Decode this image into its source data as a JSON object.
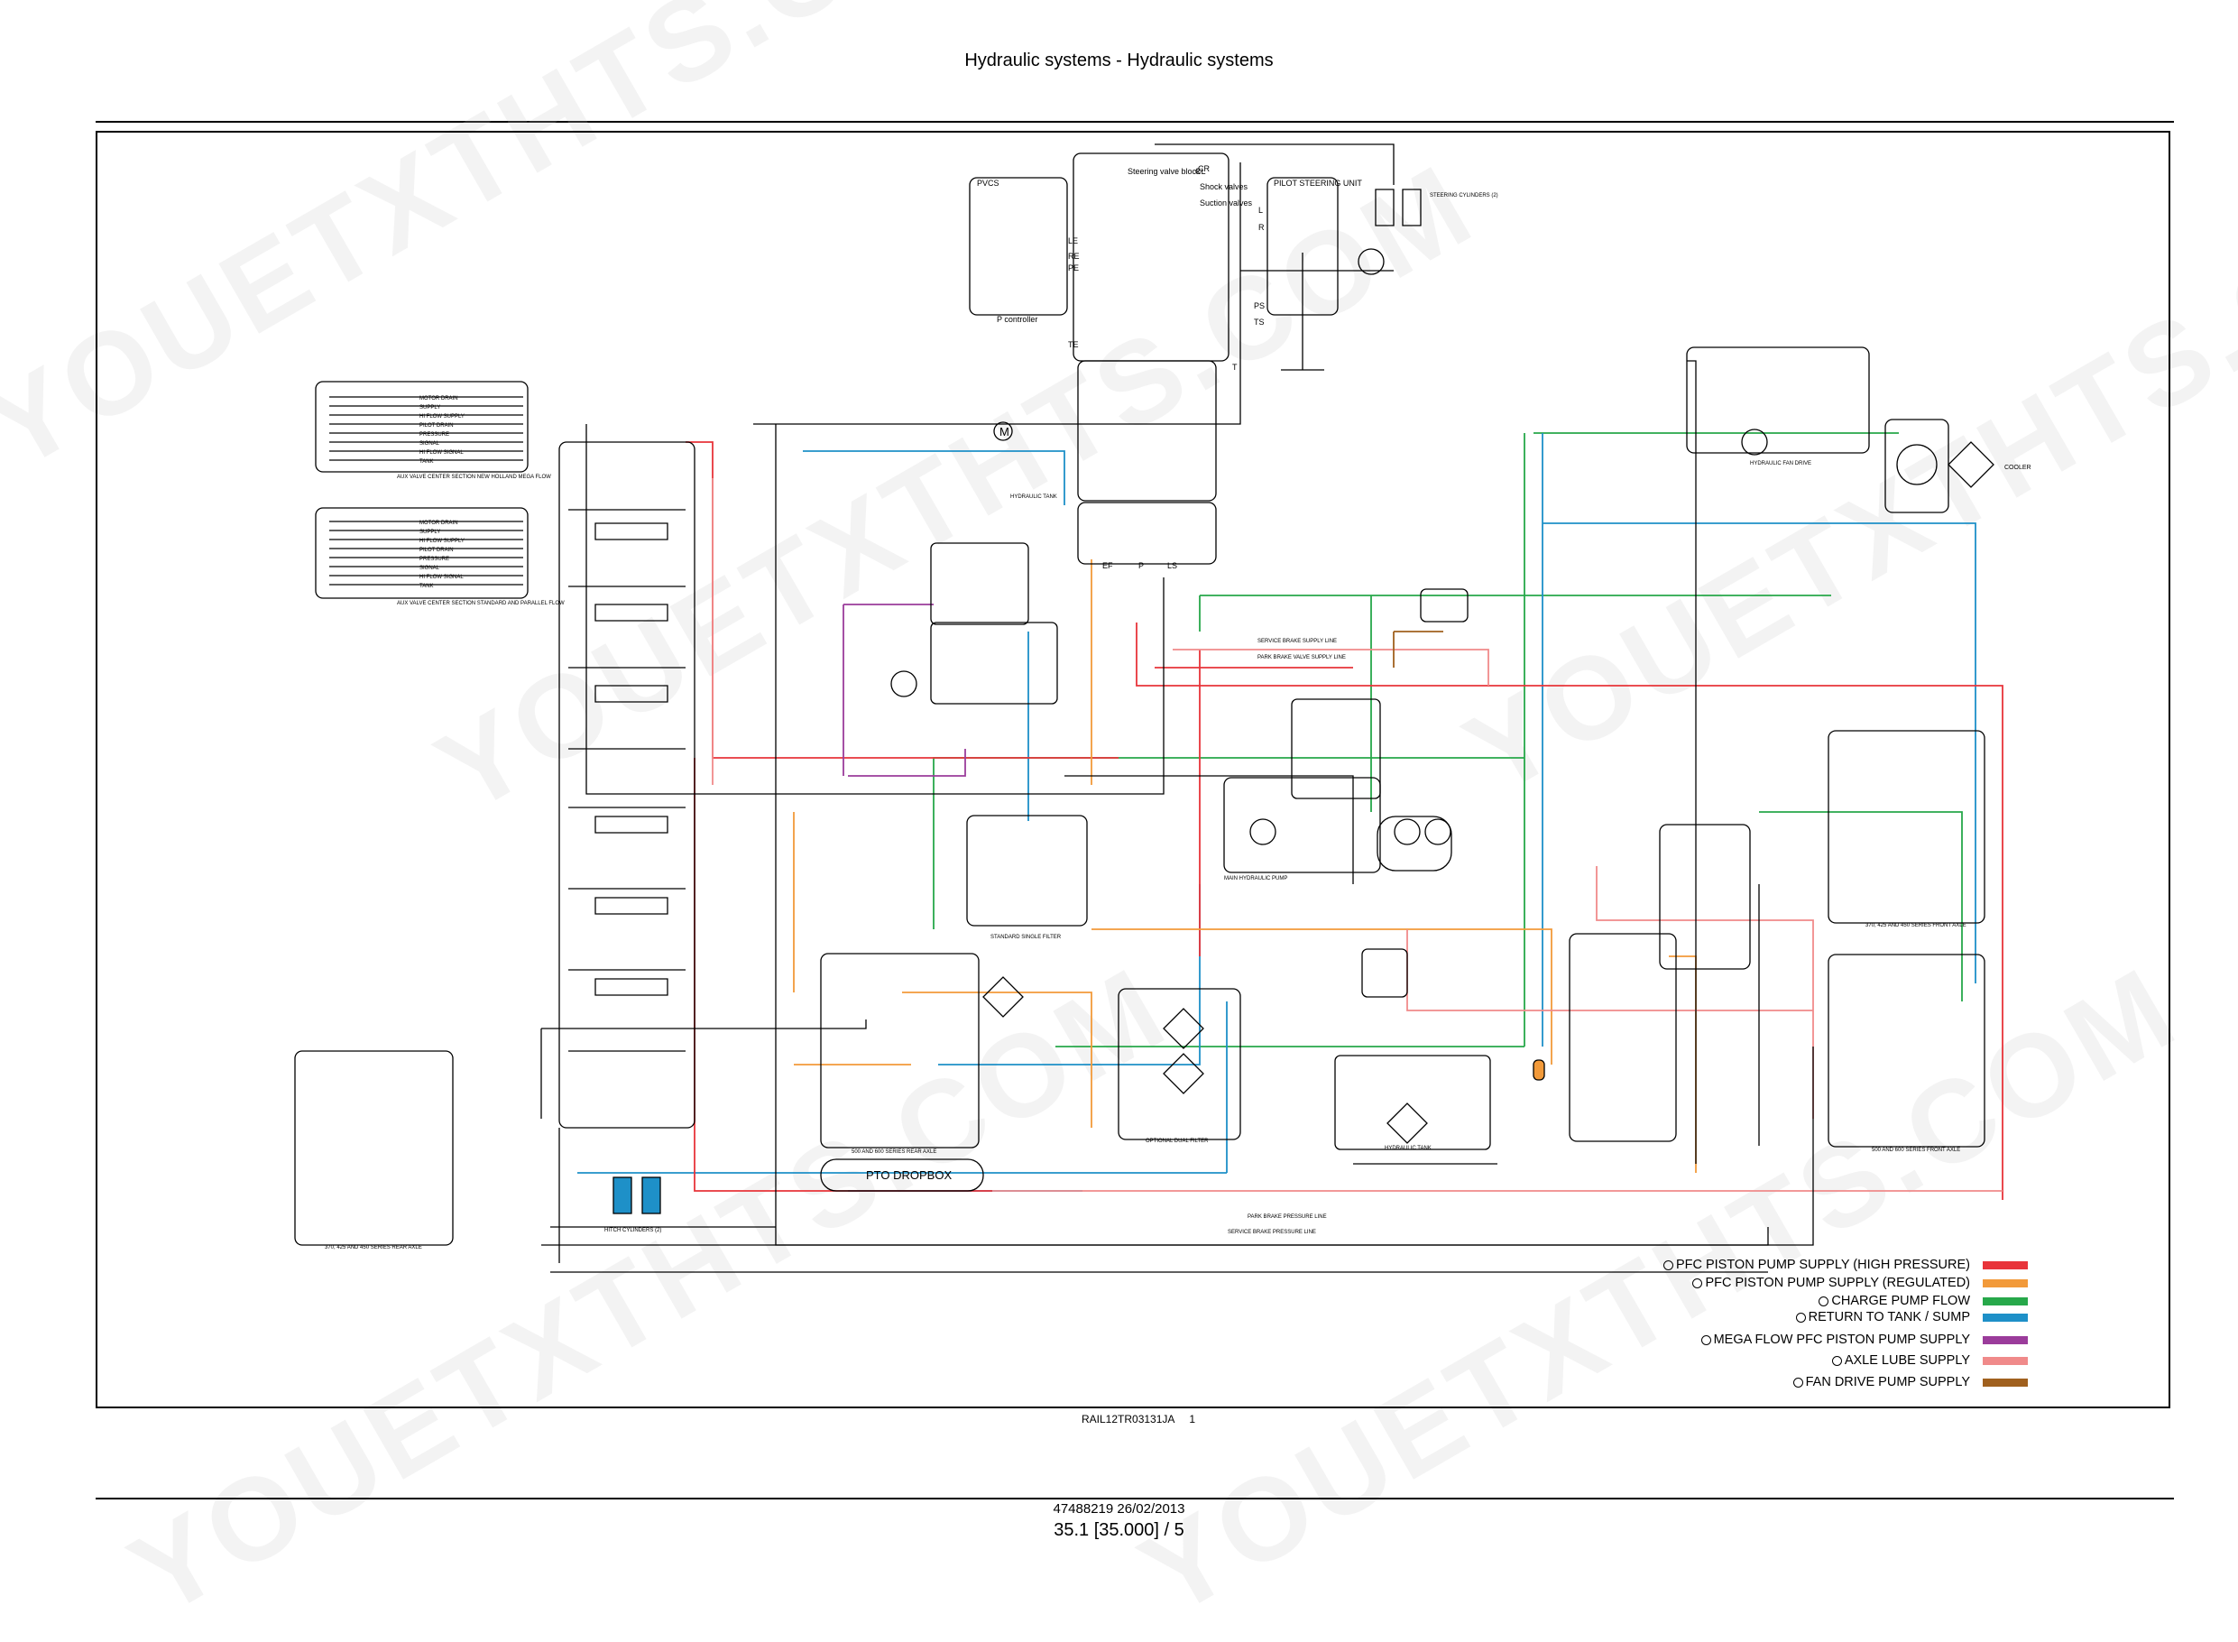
{
  "header": {
    "title": "Hydraulic systems - Hydraulic systems"
  },
  "figure": {
    "reference": "RAIL12TR03131JA",
    "number": "1"
  },
  "footer": {
    "document": "47488219 26/02/2013",
    "page": "35.1 [35.000] / 5"
  },
  "watermark": {
    "text": "YOUETXTHTS.COM"
  },
  "colors": {
    "high_pressure": "#e8343a",
    "regulated": "#f29a3a",
    "charge": "#27a84a",
    "return": "#1e90c8",
    "mega_flow": "#9b3c9b",
    "axle_lube": "#f08a8a",
    "fan_drive": "#a0601e"
  },
  "legend": [
    {
      "label": "PFC PISTON PUMP SUPPLY (HIGH PRESSURE)",
      "color": "#e8343a"
    },
    {
      "label": "PFC PISTON PUMP SUPPLY (REGULATED)",
      "color": "#f29a3a"
    },
    {
      "label": "CHARGE PUMP FLOW",
      "color": "#27a84a"
    },
    {
      "label": "RETURN TO TANK / SUMP",
      "color": "#1e90c8"
    },
    {
      "label": "MEGA FLOW PFC PISTON PUMP SUPPLY",
      "color": "#9b3c9b"
    },
    {
      "label": "AXLE LUBE SUPPLY",
      "color": "#f08a8a"
    },
    {
      "label": "FAN DRIVE PUMP SUPPLY",
      "color": "#a0601e"
    }
  ],
  "labels": {
    "pto_dropbox": "PTO DROPBOX",
    "cooler": "COOLER",
    "steering_valve_block": "Steering valve block",
    "pilot_steering_unit": "PILOT STEERING UNIT",
    "pvcs": "PVCS",
    "p_controller": "P controller",
    "shock_valves": "Shock valves",
    "suction_valves": "Suction valves",
    "hydraulic_tank": "HYDRAULIC TANK",
    "main_hydraulic_pump": "MAIN HYDRAULIC PUMP",
    "standard_single_filter": "STANDARD SINGLE FILTER",
    "optional_dual_filter": "OPTIONAL DUAL FILTER",
    "hydraulic_fan_drive": "HYDRAULIC FAN DRIVE",
    "service_brake_supply_line": "SERVICE BRAKE SUPPLY LINE",
    "park_brake_valve_supply_line": "PARK BRAKE VALVE SUPPLY LINE",
    "park_brake_pressure_line": "PARK BRAKE PRESSURE LINE",
    "service_brake_pressure_line": "SERVICE BRAKE PRESSURE LINE",
    "steering_cylinders": "STEERING CYLINDERS (2)",
    "hitch_cylinders": "HITCH CYLINDERS (2)",
    "rear_axle_label": "370, 425 AND 450 SERIES REAR AXLE",
    "front_axle_label": "370, 425 AND 450 SERIES FRONT AXLE",
    "front_axle_label_b": "500 AND 600 SERIES FRONT AXLE",
    "rear_axle_label_b": "500 AND 600 SERIES REAR AXLE",
    "aux_valve_mega": "AUX VALVE CENTER SECTION NEW HOLLAND MEGA FLOW",
    "aux_valve_standard": "AUX VALVE CENTER SECTION STANDARD AND PARALLEL FLOW",
    "port_cl": "CL",
    "port_cr": "CR",
    "port_l": "L",
    "port_r": "R",
    "port_le": "LE",
    "port_re": "RE",
    "port_pe": "PE",
    "port_te": "TE",
    "port_ps": "PS",
    "port_ts": "TS",
    "port_t": "T",
    "port_ef": "EF",
    "port_p": "P",
    "port_ls": "LS",
    "motor_m": "M"
  },
  "aux_ports_mega": [
    "MOTOR DRAIN",
    "SUPPLY",
    "HI FLOW SUPPLY",
    "PILOT DRAIN",
    "PRESSURE",
    "SIGNAL",
    "HI FLOW SIGNAL",
    "TANK"
  ],
  "aux_ports_standard": [
    "MOTOR DRAIN",
    "SUPPLY",
    "HI FLOW SUPPLY",
    "PILOT DRAIN",
    "PRESSURE",
    "SIGNAL",
    "HI FLOW SIGNAL",
    "TANK"
  ]
}
